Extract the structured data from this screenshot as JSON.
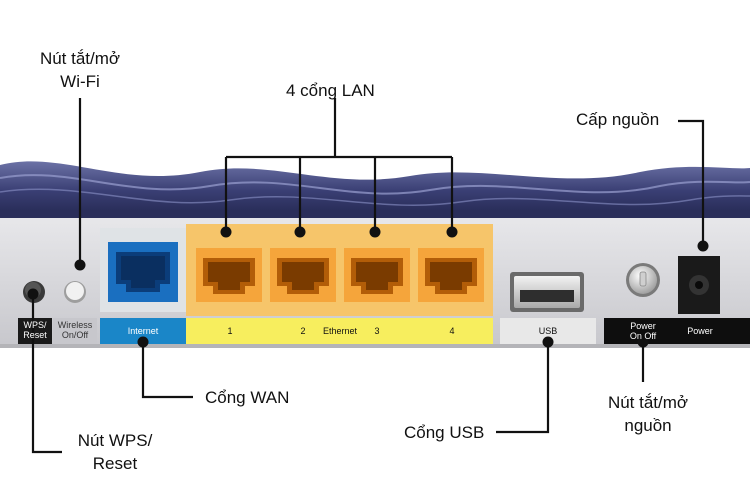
{
  "callouts": {
    "wifi_button": "Nút tắt/mở\nWi-Fi",
    "lan_ports": "4 cổng LAN",
    "power_port": "Cấp nguồn",
    "wan_port": "Cổng WAN",
    "usb_port": "Cổng USB",
    "power_button": "Nút tắt/mở\nnguồn",
    "wps_reset": "Nút WPS/\nReset"
  },
  "panel_labels": {
    "wps_reset": "WPS/\nReset",
    "wireless": "Wireless\nOn/Off",
    "internet": "Internet",
    "ethernet": "Ethernet",
    "lan_numbers": [
      "1",
      "2",
      "3",
      "4"
    ],
    "usb": "USB",
    "power_onoff": "Power\nOn Off",
    "power": "Power"
  },
  "colors": {
    "wan_band": "#1a86c8",
    "lan_band": "#f7ee5e",
    "lan_port": "#f5a53b",
    "wan_port": "#1a6fc0",
    "panel": "#d9d9dc",
    "dark_label": "#0e0e0e",
    "router_body": "#3a3f74"
  }
}
